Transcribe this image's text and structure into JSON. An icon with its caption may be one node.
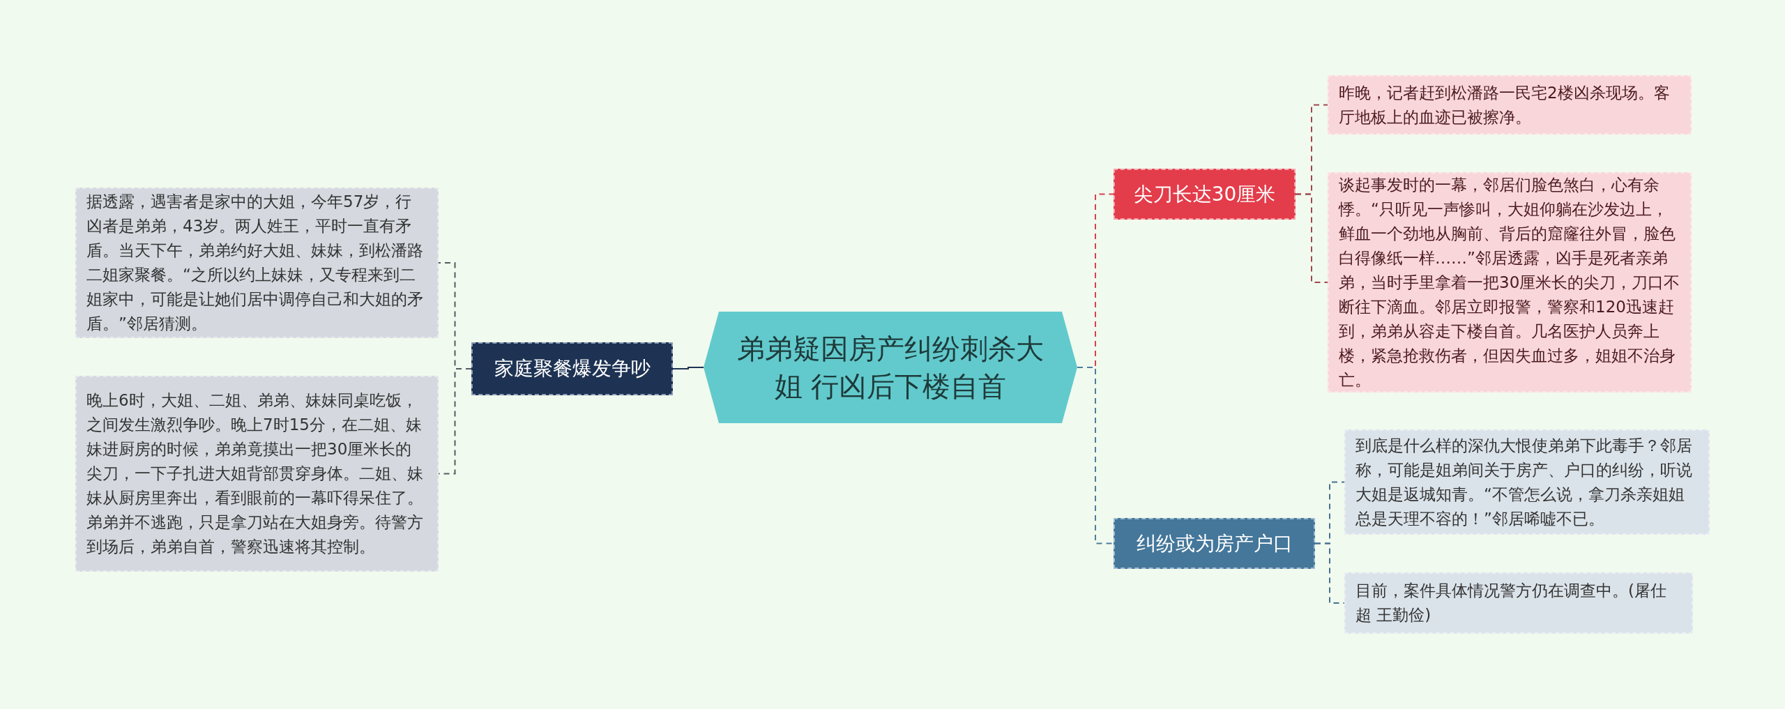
{
  "diagram": {
    "nodes": [
      {
        "text": [
          "弟弟疑因房产纠纷刺杀大姐 行凶后下楼自首"
        ]
      },
      {
        "text": [
          "家庭聚餐爆发争吵"
        ]
      },
      {
        "text": [
          "据透露，遇害者是家中的大姐，今年57岁，行凶者是弟弟，43岁。两人姓王，平时一直有矛盾。当天下午，弟弟约好大姐、妹妹，到松潘路二姐家聚餐。“之所以约上妹妹，又专程来到二姐家中，可能是让她们居中调停自己和大姐的矛盾。”邻居猜测。"
        ]
      },
      {
        "text": [
          "晚上6时，大姐、二姐、弟弟、妹妹同桌吃饭，之间发生激烈争吵。晚上7时15分，在二姐、妹妹进厨房的时候，弟弟竟摸出一把30厘米长的尖刀，一下子扎进大姐背部贯穿身体。二姐、妹妹从厨房里奔出，看到眼前的一幕吓得呆住了。弟弟并不逃跑，只是拿刀站在大姐身旁。待警方到场后，弟弟自首，警察迅速将其控制。"
        ]
      },
      {
        "text": [
          "尖刀长达30厘米"
        ]
      },
      {
        "text": [
          "昨晚，记者赶到松潘路一民宅2楼凶杀现场。客厅地板上的血迹已被擦净。"
        ]
      },
      {
        "text": [
          "谈起事发时的一幕，邻居们脸色煞白，心有余悸。“只听见一声惨叫，大姐仰躺在沙发边上，鲜血一个劲地从胸前、背后的窟窿往外冒，脸色白得像纸一样……”邻居透露，凶手是死者亲弟弟，当时手里拿着一把30厘米长的尖刀，刀口不断往下滴血。邻居立即报警，警察和120迅速赶到，弟弟从容走下楼自首。几名医护人员奔上楼，紧急抢救伤者，但因失血过多，姐姐不治身亡。"
        ]
      },
      {
        "text": [
          "纠纷或为房产户口"
        ]
      },
      {
        "text": [
          "到底是什么样的深仇大恨使弟弟下此毒手？邻居称，可能是姐弟间关于房产、户口的纠纷，听说大姐是返城知青。“不管怎么说，拿刀杀亲姐姐总是天理不容的！”邻居唏嘘不已。"
        ]
      },
      {
        "text": [
          "目前，案件具体情况警方仍在调查中。(屠仕超 王勤俭)"
        ]
      }
    ],
    "edges": [
      {
        "from": 0,
        "to": 1,
        "arrow": "none",
        "color": "#1e3353"
      },
      {
        "from": 1,
        "to": 2,
        "arrow": "none",
        "style": "dashed",
        "color": "#555a60"
      },
      {
        "from": 1,
        "to": 3,
        "arrow": "none",
        "style": "dashed",
        "color": "#555a60"
      },
      {
        "from": 0,
        "to": 4,
        "arrow": "none",
        "style": "dashed",
        "color": "#d8404e"
      },
      {
        "from": 4,
        "to": 5,
        "arrow": "none",
        "style": "dashed",
        "color": "#a0464e"
      },
      {
        "from": 4,
        "to": 6,
        "arrow": "none",
        "style": "dashed",
        "color": "#a0464e"
      },
      {
        "from": 0,
        "to": 7,
        "arrow": "none",
        "style": "dashed",
        "color": "#4d7d9f"
      },
      {
        "from": 7,
        "to": 8,
        "arrow": "none",
        "style": "dashed",
        "color": "#47708f"
      },
      {
        "from": 7,
        "to": 9,
        "arrow": "none",
        "style": "dashed",
        "color": "#47708f"
      }
    ]
  }
}
